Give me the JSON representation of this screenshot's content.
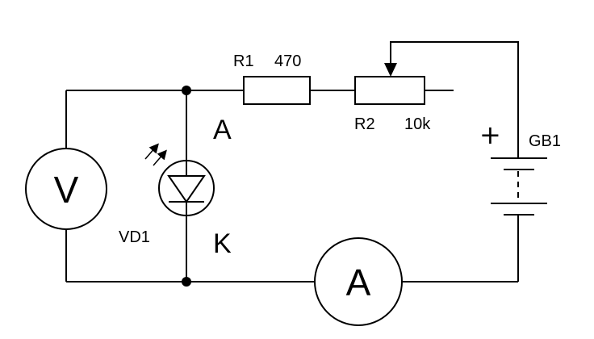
{
  "colors": {
    "stroke": "#000000",
    "background": "#ffffff"
  },
  "components": {
    "r1": {
      "ref": "R1",
      "value": "470"
    },
    "r2": {
      "ref": "R2",
      "value": "10k"
    },
    "vd1": {
      "ref": "VD1"
    },
    "gb1": {
      "ref": "GB1",
      "polarity": "+"
    },
    "voltmeter": {
      "symbol": "V"
    },
    "ammeter": {
      "symbol": "A"
    }
  },
  "terminals": {
    "anode": "A",
    "cathode": "K"
  }
}
